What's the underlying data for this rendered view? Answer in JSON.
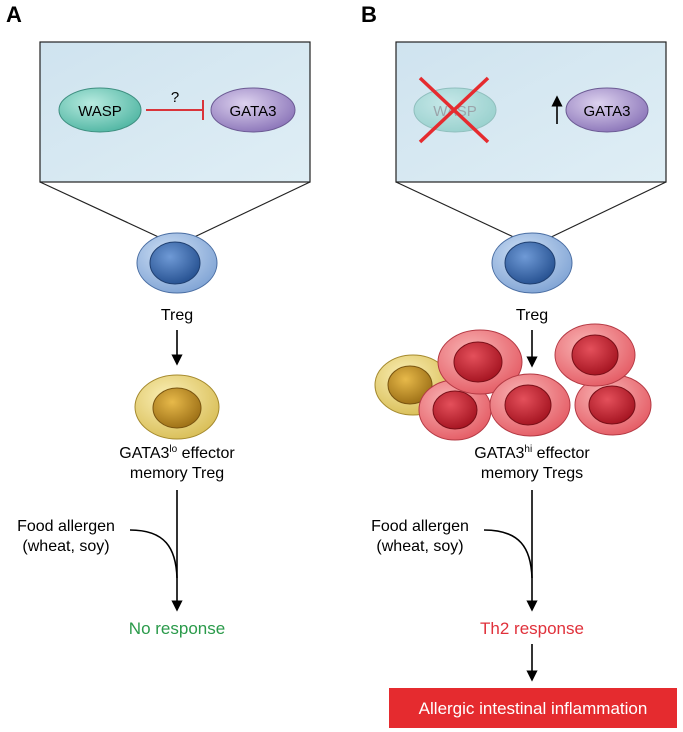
{
  "panel_a": {
    "letter": "A",
    "inset": {
      "left_node": "WASP",
      "relation": "?",
      "right_node": "GATA3"
    },
    "cell": "Treg",
    "effector": {
      "line1_prefix": "GATA3",
      "line1_sup": "lo",
      "line1_suffix": " effector",
      "line2": "memory Treg"
    },
    "stimulus": {
      "line1": "Food allergen",
      "line2": "(wheat, soy)"
    },
    "outcome": "No response"
  },
  "panel_b": {
    "letter": "B",
    "inset": {
      "left_node": "WASP",
      "right_node": "GATA3"
    },
    "cell": "Treg",
    "effector": {
      "line1_prefix": "GATA3",
      "line1_sup": "hi",
      "line1_suffix": " effector",
      "line2": "memory Tregs"
    },
    "stimulus": {
      "line1": "Food allergen",
      "line2": "(wheat, soy)"
    },
    "outcome": "Th2 response",
    "final": "Allergic intestinal inflammation"
  },
  "colors": {
    "wasp": "#6fc9b8",
    "gata3": "#a28fcb",
    "treg": "#6a93c9",
    "gata3lo_cell": "#d7b545",
    "gata3hi_cell": "#e0535c",
    "no_response": "#2a9a4a",
    "th2": "#e0313b",
    "banner": "#e52b2f",
    "cross": "#e52b2f"
  }
}
